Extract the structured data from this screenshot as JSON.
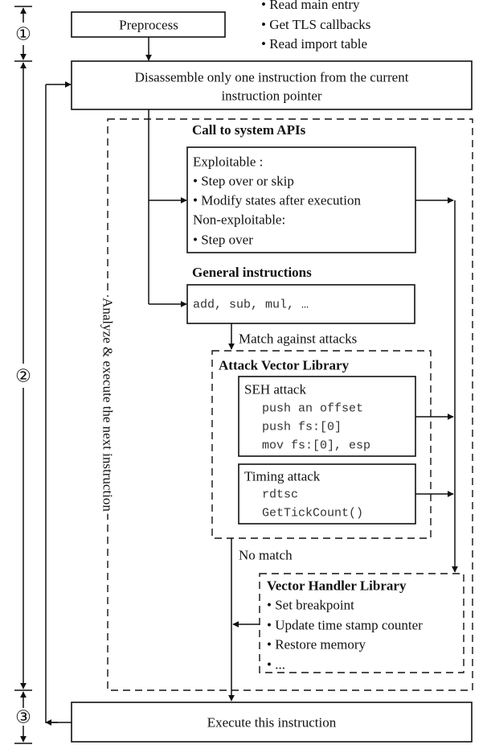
{
  "preprocess": {
    "label": "Preprocess",
    "notes": [
      "• Read main entry",
      "• Get TLS callbacks",
      "• Read import table"
    ]
  },
  "disassemble": {
    "line1": "Disassemble only one instruction from the current",
    "line2": "instruction pointer"
  },
  "loop_label": "Analyze & execute the next instruction",
  "syscall": {
    "title": "Call to system APIs",
    "lines": [
      "Exploitable :",
      "• Step over or skip",
      "• Modify states after execution",
      "Non-exploitable:",
      "• Step over"
    ]
  },
  "general": {
    "title": "General instructions",
    "text": "add, sub, mul, …"
  },
  "match_label": "Match against attacks",
  "no_match_label": "No match",
  "attack_library": {
    "title": "Attack Vector Library",
    "seh": {
      "title": "SEH attack",
      "code": [
        "push an offset",
        "push fs:[0]",
        "mov fs:[0], esp"
      ]
    },
    "timing": {
      "title": "Timing attack",
      "code": [
        "rdtsc",
        "GetTickCount()"
      ]
    }
  },
  "handler_library": {
    "title": "Vector Handler Library",
    "items": [
      "• Set breakpoint",
      "• Update time stamp counter",
      "• Restore memory",
      "• ..."
    ]
  },
  "execute": {
    "label": "Execute this instruction"
  },
  "stages": [
    "①",
    "②",
    "③"
  ]
}
